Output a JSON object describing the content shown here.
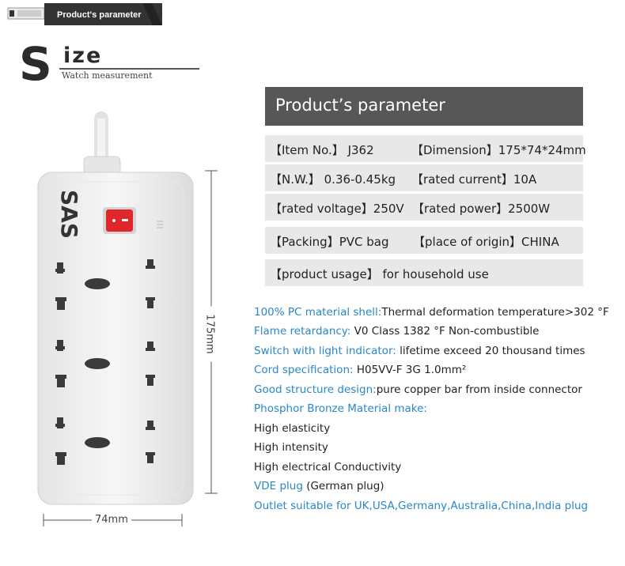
{
  "banner": {
    "title": "Product's parameter"
  },
  "size_heading": {
    "big_letter": "S",
    "rest": "ize",
    "subtitle": "Watch measurement"
  },
  "param_table": {
    "header": "Product’s parameter",
    "rows": [
      {
        "cells": [
          "【Item No.】 J362",
          "【Dimension】175*74*24mm"
        ]
      },
      {
        "cells": [
          "【N.W.】 0.36-0.45kg",
          "【rated current】10A"
        ]
      },
      {
        "cells": [
          "【rated voltage】250V",
          "【rated power】2500W"
        ]
      },
      {
        "cells": [
          "【Packing】PVC bag",
          "【place of origin】CHINA"
        ]
      },
      {
        "cells": [
          "【product usage】 for household use"
        ]
      }
    ]
  },
  "specs": [
    {
      "label": "100% PC material shell:",
      "value": "Thermal deformation temperature>302 °F"
    },
    {
      "label": "Flame retardancy:",
      "value": " V0 Class  1382 °F Non-combustible"
    },
    {
      "label": "Switch with light indicator:",
      "value": " lifetime exceed 20 thousand times"
    },
    {
      "label": "Cord specification:",
      "value": " H05VV-F 3G 1.0mm²"
    },
    {
      "label": "Good structure design:",
      "value": "pure copper bar from inside connector"
    },
    {
      "label": "Phosphor Bronze Material make:",
      "value": ""
    },
    {
      "label": "",
      "value": "High elasticity"
    },
    {
      "label": "",
      "value": "High intensity"
    },
    {
      "label": "",
      "value": "High electrical Conductivity"
    },
    {
      "label": "VDE plug",
      "value": " (German plug)"
    },
    {
      "label": "Outlet suitable for  UK,USA,Germany,Australia,China,India plug",
      "value": ""
    }
  ],
  "dimensions": {
    "height": "175mm",
    "width": "74mm"
  },
  "product": {
    "brand_logo": "SAS"
  },
  "colors": {
    "accent_blue": "#2a87c8",
    "header_gray": "#575757",
    "row_gray": "#e8e8e8",
    "switch_red": "#e0262b"
  }
}
